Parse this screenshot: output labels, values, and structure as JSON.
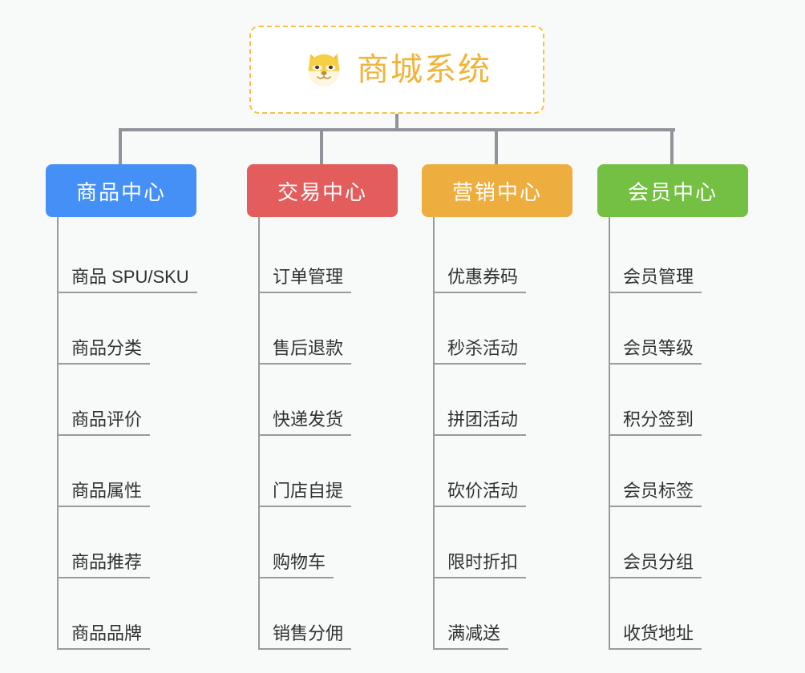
{
  "root": {
    "icon": "shiba-dog-icon",
    "title": "商城系统"
  },
  "colors": {
    "background": "#f8f9f9",
    "root_border": "#f5c243",
    "root_text": "#f0b43a",
    "connector": "#909399",
    "leaf_line": "#9a9a9a",
    "leaf_text": "#303133",
    "category_1": "#4590f7",
    "category_2": "#e35d5d",
    "category_3": "#eeae3f",
    "category_4": "#74c043"
  },
  "columns": [
    {
      "label": "商品中心",
      "color": "#4590f7",
      "items": [
        "商品 SPU/SKU",
        "商品分类",
        "商品评价",
        "商品属性",
        "商品推荐",
        "商品品牌"
      ]
    },
    {
      "label": "交易中心",
      "color": "#e35d5d",
      "items": [
        "订单管理",
        "售后退款",
        "快递发货",
        "门店自提",
        "购物车",
        "销售分佣"
      ]
    },
    {
      "label": "营销中心",
      "color": "#eeae3f",
      "items": [
        "优惠券码",
        "秒杀活动",
        "拼团活动",
        "砍价活动",
        "限时折扣",
        "满减送"
      ]
    },
    {
      "label": "会员中心",
      "color": "#74c043",
      "items": [
        "会员管理",
        "会员等级",
        "积分签到",
        "会员标签",
        "会员分组",
        "收货地址"
      ]
    }
  ]
}
